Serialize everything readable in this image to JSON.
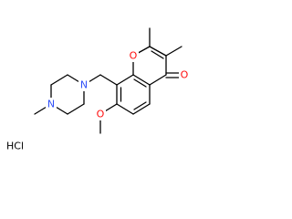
{
  "molecule": {
    "atoms": {
      "ring_oxygen": {
        "label": "O",
        "color": "#ff0d0d"
      },
      "carbonyl_oxygen": {
        "label": "O",
        "color": "#ff0d0d"
      },
      "methoxy_oxygen": {
        "label": "O",
        "color": "#ff0d0d"
      },
      "piperazine_n1": {
        "label": "N",
        "color": "#3050f8"
      },
      "piperazine_n4": {
        "label": "N",
        "color": "#3050f8"
      }
    },
    "salt": {
      "label": "HCl",
      "color": "#000000"
    }
  }
}
